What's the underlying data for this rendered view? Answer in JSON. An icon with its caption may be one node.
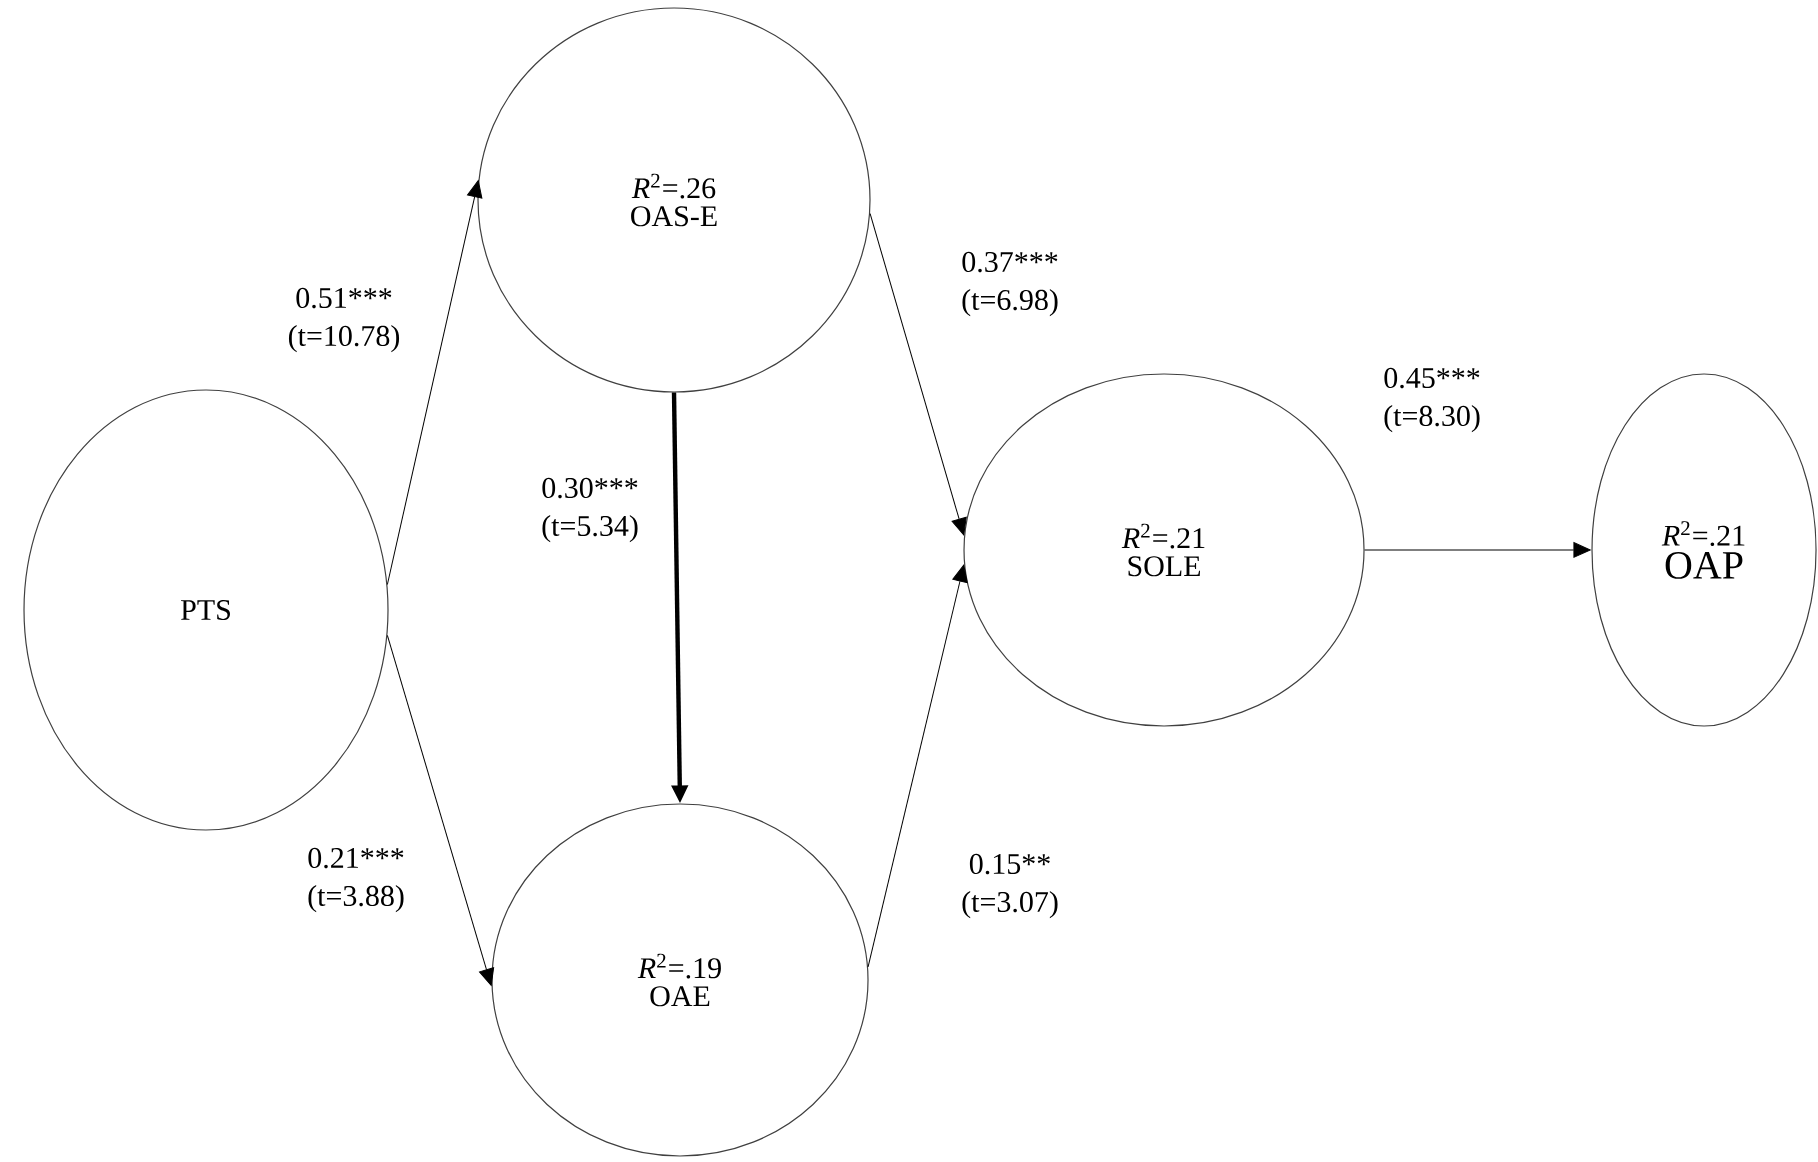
{
  "diagram": {
    "nodes": [
      {
        "text": [
          "PTS"
        ]
      },
      {
        "text": [
          "*R*$^{2}$=.26",
          "OAS-E"
        ]
      },
      {
        "text": [
          "*R*$^{2}$=.19",
          "OAE"
        ]
      },
      {
        "text": [
          "*R*$^{2}$=.21",
          "SOLE"
        ]
      },
      {
        "text": [
          "*R*$^{2}$=.21",
          "OAP"
        ]
      }
    ],
    "edges": [
      {
        "from": 0,
        "to": 1,
        "arrow": "to",
        "label": "0.51*** (t=10.78)"
      },
      {
        "from": 0,
        "to": 2,
        "arrow": "to",
        "label": "0.21*** (t=3.88)"
      },
      {
        "from": 1,
        "to": 2,
        "arrow": "to",
        "style": "thick",
        "label": "0.30*** (t=5.34)"
      },
      {
        "from": 1,
        "to": 3,
        "arrow": "to",
        "label": "0.37*** (t=6.98)"
      },
      {
        "from": 2,
        "to": 3,
        "arrow": "to",
        "label": "0.15** (t=3.07)"
      },
      {
        "from": 3,
        "to": 4,
        "arrow": "to",
        "label": "0.45*** (t=8.30)"
      }
    ]
  }
}
